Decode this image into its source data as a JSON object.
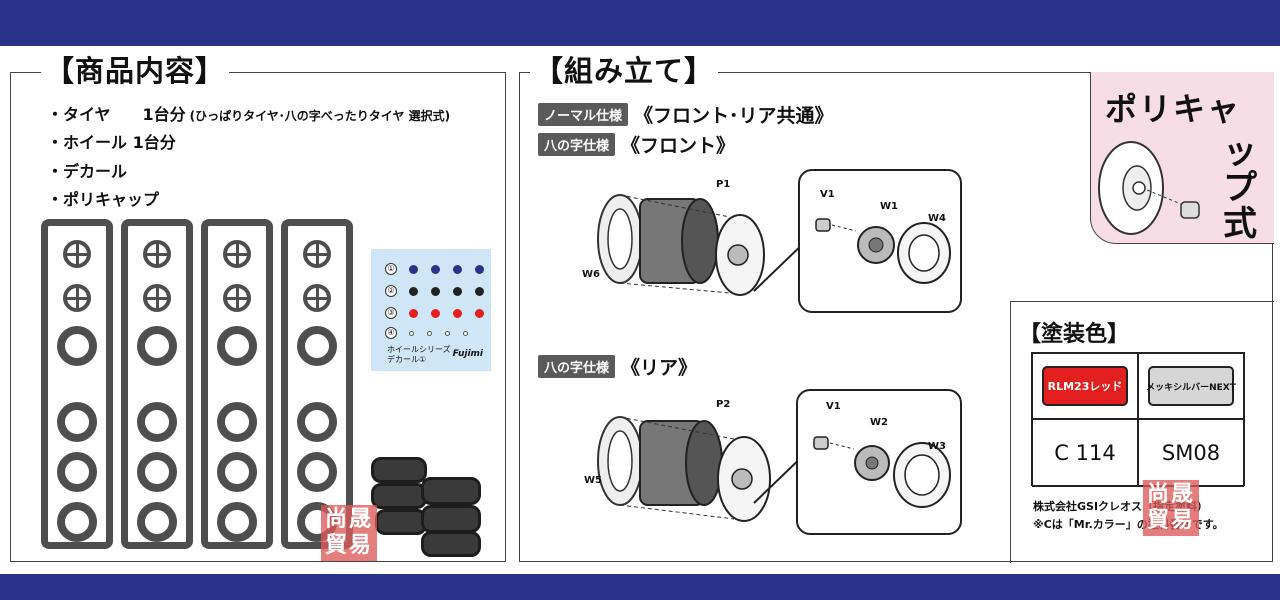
{
  "contents": {
    "title": "【商品内容】",
    "items": [
      {
        "label": "・タイヤ　　1台分",
        "note": "(ひっぱりタイヤ･八の字べったりタイヤ 選択式)"
      },
      {
        "label": "・ホイール 1台分",
        "note": ""
      },
      {
        "label": "・デカール",
        "note": ""
      },
      {
        "label": "・ポリキャップ",
        "note": ""
      }
    ],
    "decal": {
      "rows": [
        "①",
        "②",
        "③",
        "④"
      ],
      "caption_line1": "ホイールシリーズ",
      "caption_line2": "デカール①",
      "logo": "Fujimi"
    },
    "stamp": "尚晟貿易"
  },
  "assembly": {
    "title": "【組み立て】",
    "lines": [
      {
        "tag": "ノーマル仕様",
        "text": "《フロント･リア共通》"
      },
      {
        "tag": "八の字仕様",
        "text": "《フロント》"
      },
      {
        "tag": "八の字仕様",
        "text": "《リア》"
      }
    ],
    "front_labels": {
      "p": "P1",
      "w_outer": "W6",
      "v": "V1",
      "w_hub": "W1",
      "w_rim": "W4"
    },
    "rear_labels": {
      "p": "P2",
      "w_outer": "W5",
      "v": "V1",
      "w_hub": "W2",
      "w_rim": "W3"
    },
    "polycap": {
      "title": "ポリキャ",
      "vertical": "ップ式"
    },
    "paint": {
      "title": "【塗装色】",
      "colors": [
        {
          "name": "RLM23レッド",
          "code": "C 114",
          "hex": "#e41f1f"
        },
        {
          "name": "メッキシルバーNEXT",
          "code": "SM08",
          "hex": "#d6d6d6"
        }
      ],
      "note1": "株式会社GSIクレオス（指定塗料）",
      "note2": "※Cは「Mr.カラー」の塗料番号です。"
    }
  },
  "colors": {
    "band": "#2b3289",
    "decal_bg": "#cfe6f6",
    "polycap_bg": "#f6dde6",
    "stamp": "#dc5a5a"
  }
}
